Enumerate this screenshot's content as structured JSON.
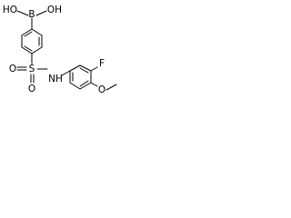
{
  "molecule": {
    "atom_labels": {
      "oh_left": "HO",
      "b": "B",
      "oh_right": "OH",
      "o_top": "O",
      "s": "S",
      "o_bottom": "O",
      "nh": "NH",
      "f": "F",
      "o_methoxy": "O"
    }
  }
}
